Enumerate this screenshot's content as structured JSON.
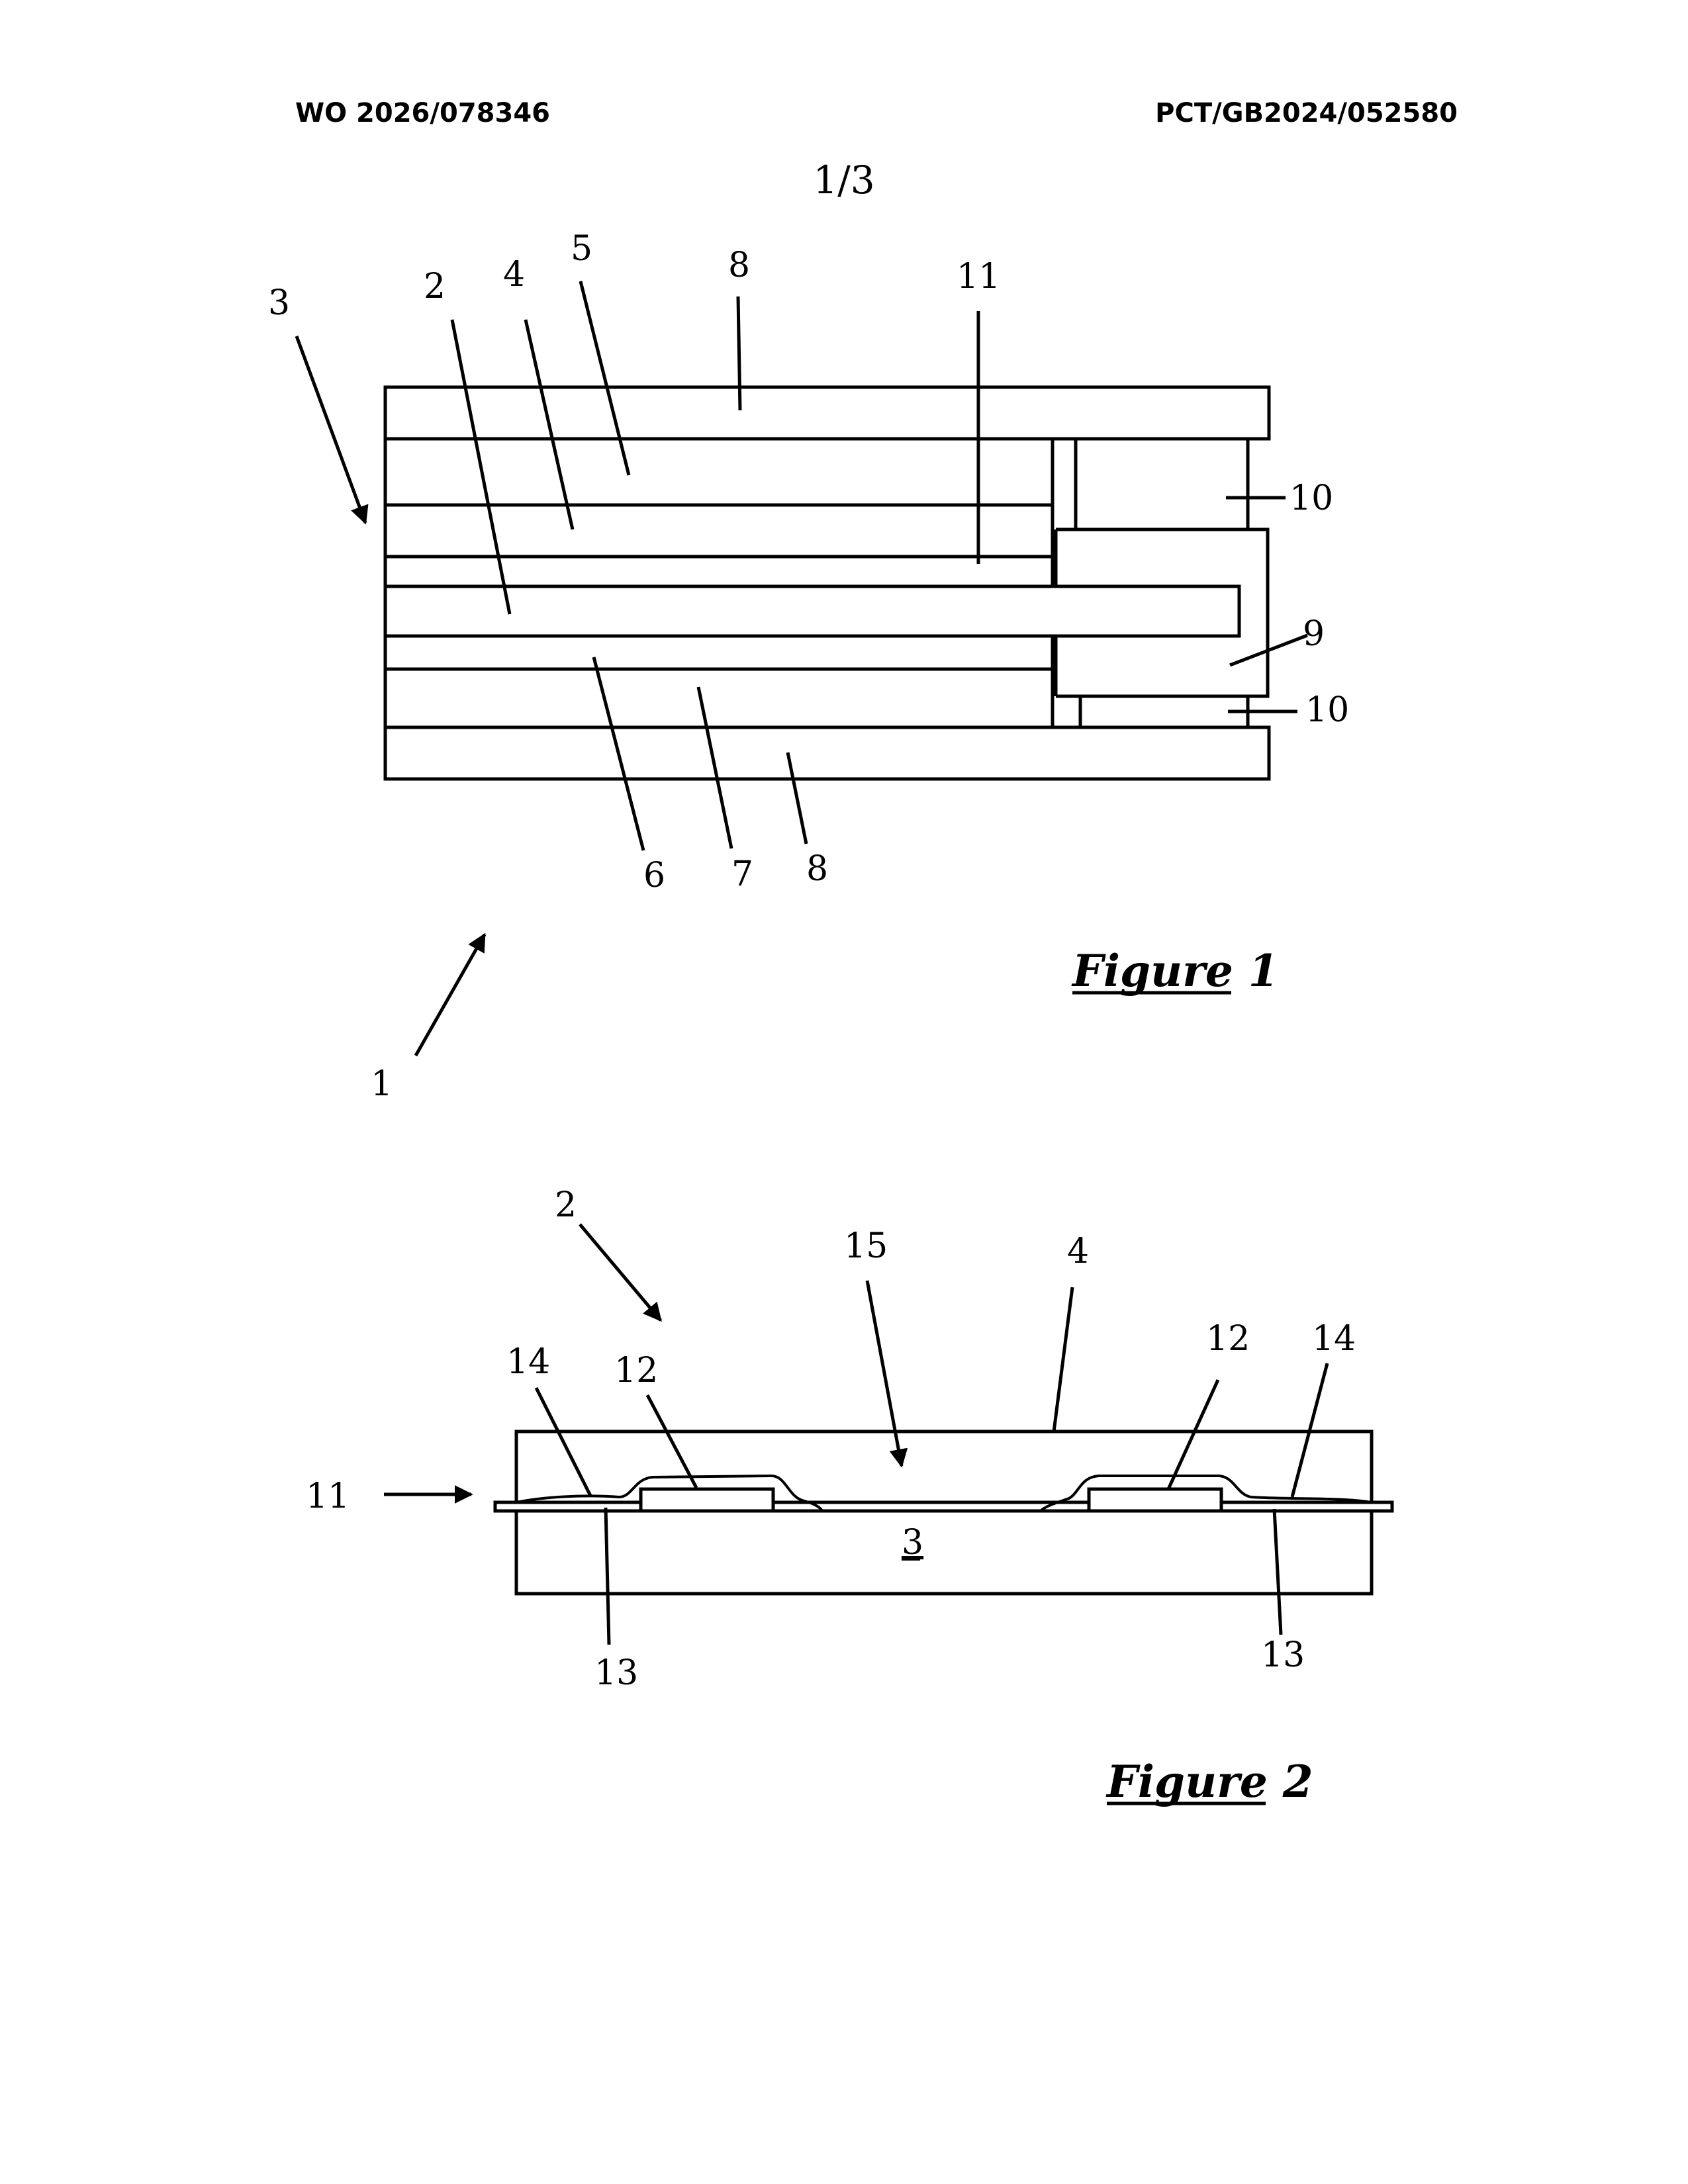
{
  "header": {
    "publication_number": "WO 2026/078346",
    "application_number": "PCT/GB2024/052580"
  },
  "sheet": {
    "number": "1/3"
  },
  "figure1": {
    "caption": "Figure 1",
    "refs": {
      "r1": "1",
      "r2": "2",
      "r3": "3",
      "r4": "4",
      "r5": "5",
      "r6": "6",
      "r7": "7",
      "r8_top": "8",
      "r8_bottom": "8",
      "r9": "9",
      "r10_top": "10",
      "r10_bottom": "10",
      "r11": "11"
    }
  },
  "figure2": {
    "caption": "Figure 2",
    "refs": {
      "r2": "2",
      "r3": "3",
      "r4": "4",
      "r11": "11",
      "r12_left": "12",
      "r12_right": "12",
      "r13_left": "13",
      "r13_right": "13",
      "r14_left": "14",
      "r14_right": "14",
      "r15": "15"
    }
  }
}
